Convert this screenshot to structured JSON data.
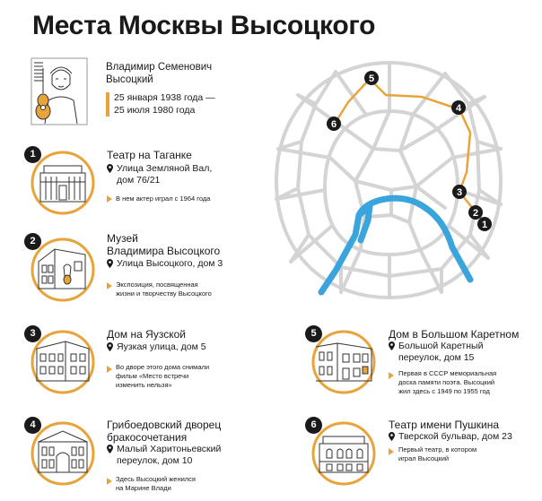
{
  "title": "Места Москвы Высоцкого",
  "bio": {
    "name_lines": [
      "Владимир Семенович",
      "Высоцкий"
    ],
    "date_lines": [
      "25 января 1938 года —",
      "25 июля 1980 года"
    ]
  },
  "colors": {
    "accent": "#e8a33a",
    "river": "#3aa4dc",
    "roads": "#d4d4d4",
    "text": "#1a1a1a"
  },
  "places": [
    {
      "num": "1",
      "icon": "theatre-building-icon",
      "name_lines": [
        "Театр на Таганке"
      ],
      "addr_lines": [
        "Улица Земляной Вал,",
        "дом 76/21"
      ],
      "note_lines": [
        "В нем актер играл с 1964 года"
      ]
    },
    {
      "num": "2",
      "icon": "museum-building-icon",
      "name_lines": [
        "Музей",
        "Владимира Высоцкого"
      ],
      "addr_lines": [
        "Улица Высоцкого, дом 3"
      ],
      "note_lines": [
        "Экспозиция, посвященная",
        "жизни и творчеству Высоцкого"
      ]
    },
    {
      "num": "3",
      "icon": "house-icon",
      "name_lines": [
        "Дом на Яузской"
      ],
      "addr_lines": [
        "Яузкая улица, дом 5"
      ],
      "note_lines": [
        "Во дворе этого дома снимали",
        "фильм «Место встречи",
        "изменить нельзя»"
      ]
    },
    {
      "num": "4",
      "icon": "palace-icon",
      "name_lines": [
        "Грибоедовский дворец",
        "бракосочетания"
      ],
      "addr_lines": [
        "Малый Харитоньевский",
        "переулок, дом 10"
      ],
      "note_lines": [
        "Здесь Высоцкий женился",
        "на Марине Влади"
      ]
    },
    {
      "num": "5",
      "icon": "memorial-house-icon",
      "name_lines": [
        "Дом в Большом Каретном"
      ],
      "addr_lines": [
        "Большой Каретный",
        "переулок, дом 15"
      ],
      "note_lines": [
        "Первая в СССР мемориальная",
        "доска памяти поэта. Высоцкий",
        "жил здесь с 1949 по 1955 год"
      ]
    },
    {
      "num": "6",
      "icon": "pushkin-theatre-icon",
      "name_lines": [
        "Театр имени Пушкина"
      ],
      "addr_lines": [
        "Тверской бульвар, дом 23"
      ],
      "note_lines": [
        "Первый театр, в котором",
        "играл Высоцкий"
      ]
    }
  ],
  "map": {
    "markers": [
      {
        "num": "1"
      },
      {
        "num": "2"
      },
      {
        "num": "3"
      },
      {
        "num": "4"
      },
      {
        "num": "5"
      },
      {
        "num": "6"
      }
    ]
  }
}
